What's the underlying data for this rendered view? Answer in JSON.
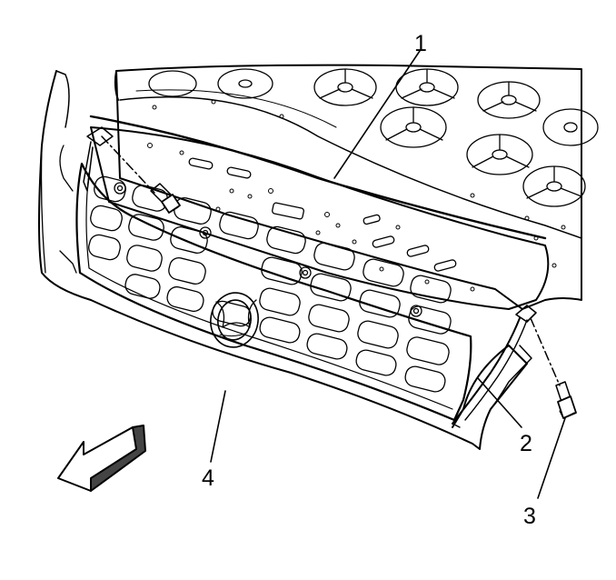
{
  "callouts": {
    "c1": "1",
    "c2": "2",
    "c3": "3",
    "c4": "4"
  },
  "colors": {
    "line": "#000000",
    "fill": "#ffffff",
    "arrow_shade": "#444444"
  },
  "icons": {
    "direction_arrow": "front-direction-arrow-icon"
  }
}
